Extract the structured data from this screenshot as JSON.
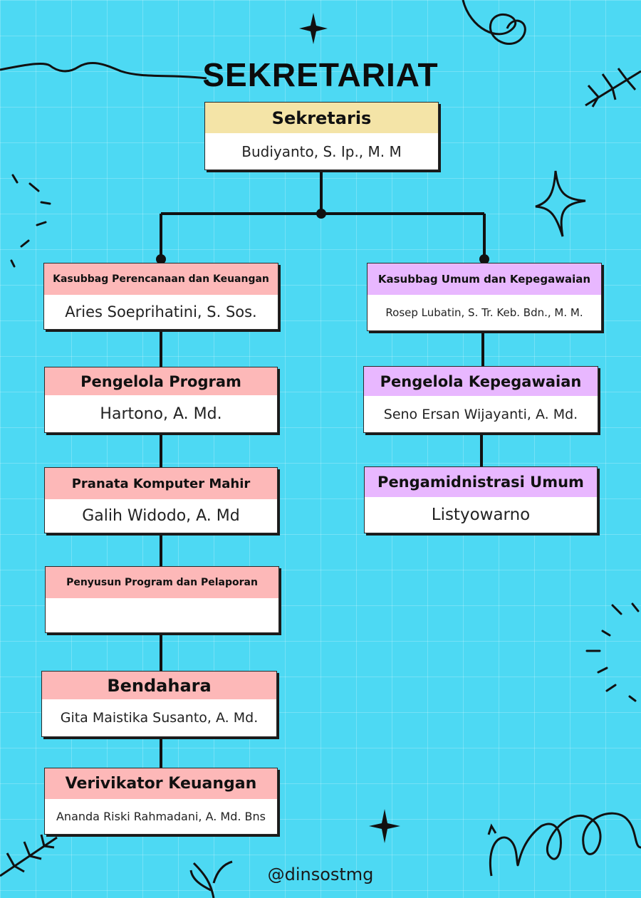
{
  "title": "SEKRETARIAT",
  "footer_handle": "@dinsostmg",
  "colors": {
    "background": "#4dd9f3",
    "header_yellow": "#f4e4a7",
    "header_pink": "#fdb8b8",
    "header_violet": "#e8b7ff",
    "connector": "#111111"
  },
  "head": {
    "role": "Sekretaris",
    "name": "Budiyanto, S. Ip., M. M"
  },
  "left_column": [
    {
      "role": "Kasubbag Perencanaan dan Keuangan",
      "name": "Aries Soeprihatini, S. Sos."
    },
    {
      "role": "Pengelola Program",
      "name": "Hartono, A. Md."
    },
    {
      "role": "Pranata Komputer Mahir",
      "name": "Galih Widodo, A. Md"
    },
    {
      "role": "Penyusun Program dan Pelaporan",
      "name": ""
    },
    {
      "role": "Bendahara",
      "name": "Gita Maistika Susanto, A. Md."
    },
    {
      "role": "Verivikator Keuangan",
      "name": "Ananda Riski Rahmadani, A. Md. Bns"
    }
  ],
  "right_column": [
    {
      "role": "Kasubbag Umum dan Kepegawaian",
      "name": "Rosep Lubatin, S. Tr. Keb. Bdn.,  M. M."
    },
    {
      "role": "Pengelola Kepegawaian",
      "name": "Seno Ersan Wijayanti, A. Md."
    },
    {
      "role": "Pengamidnistrasi Umum",
      "name": "Listyowarno"
    }
  ]
}
